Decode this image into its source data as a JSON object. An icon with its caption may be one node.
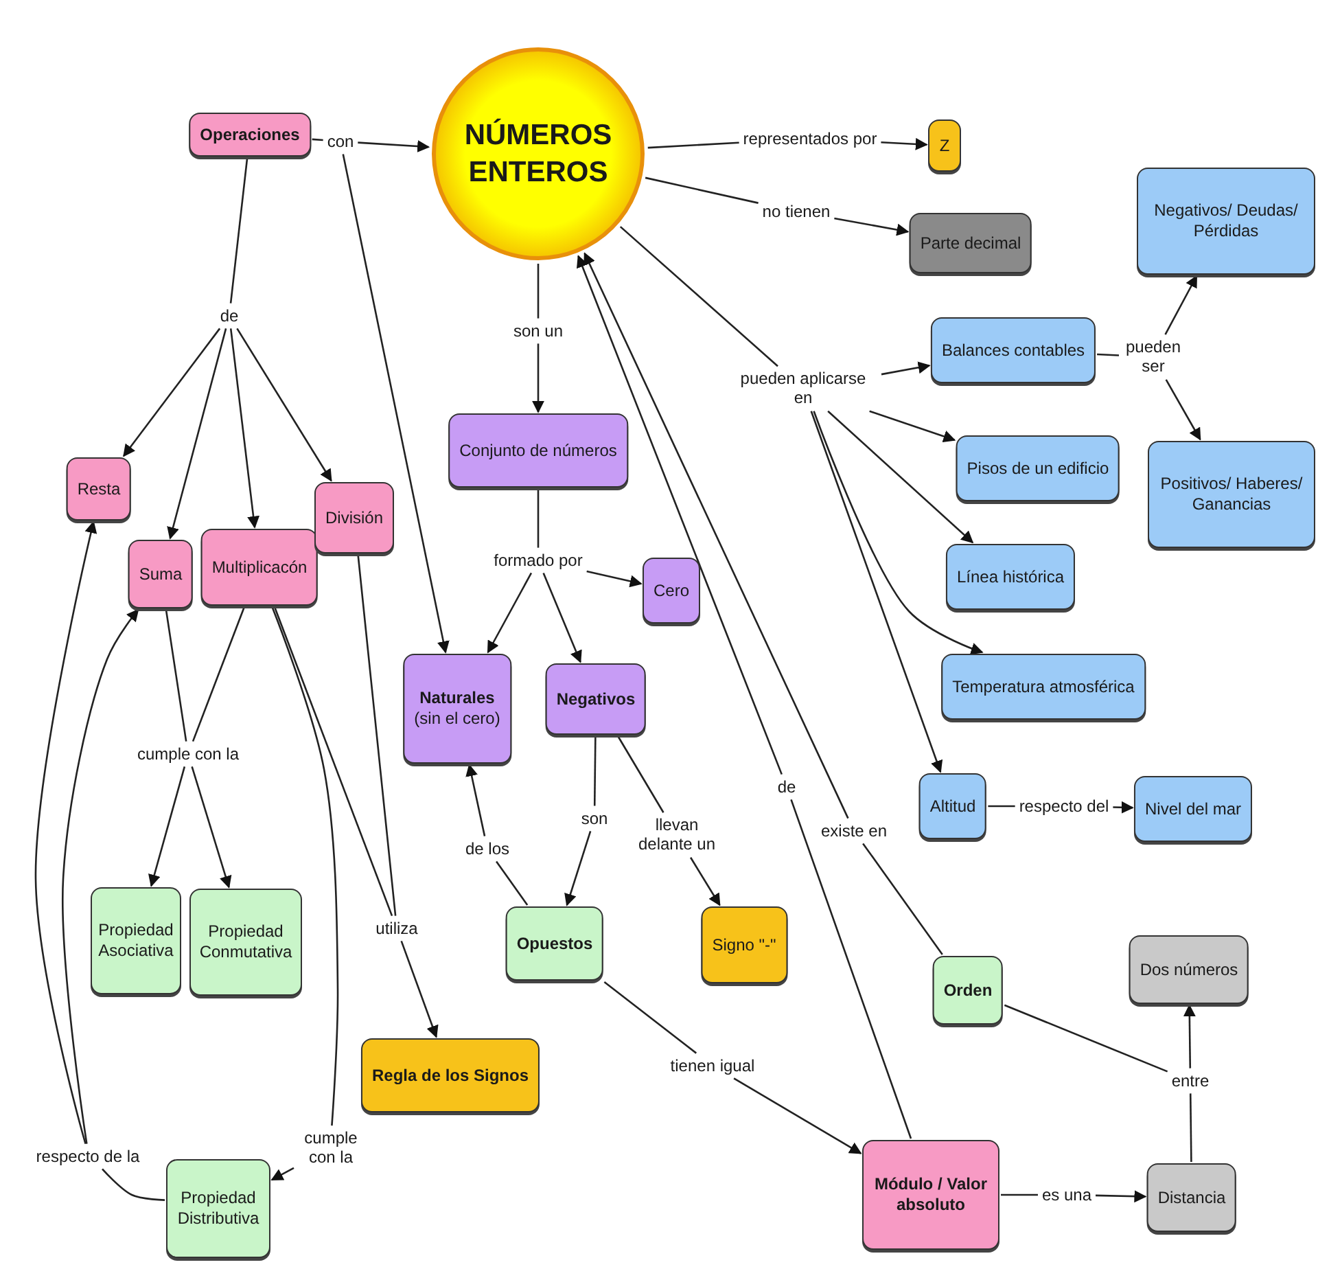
{
  "diagram": {
    "nodes": [
      {
        "text": [
          "NÚMEROS ENTEROS"
        ]
      },
      {
        "text": [
          "Operaciones"
        ]
      },
      {
        "text": [
          "Z"
        ]
      },
      {
        "text": [
          "Parte decimal"
        ]
      },
      {
        "text": [
          "Negativos/ Deudas/ Pérdidas"
        ]
      },
      {
        "text": [
          "Balances contables"
        ]
      },
      {
        "text": [
          "Positivos/ Haberes/ Ganancias"
        ]
      },
      {
        "text": [
          "Pisos de un edificio"
        ]
      },
      {
        "text": [
          "Línea histórica"
        ]
      },
      {
        "text": [
          "Temperatura atmosférica"
        ]
      },
      {
        "text": [
          "Altitud"
        ]
      },
      {
        "text": [
          "Nivel del mar"
        ]
      },
      {
        "text": [
          "Conjunto de números"
        ]
      },
      {
        "text": [
          "Cero"
        ]
      },
      {
        "text": [
          "Naturales",
          "(sin el cero)"
        ]
      },
      {
        "text": [
          "Negativos"
        ]
      },
      {
        "text": [
          "Resta"
        ]
      },
      {
        "text": [
          "Suma"
        ]
      },
      {
        "text": [
          "Multiplicacón"
        ]
      },
      {
        "text": [
          "División"
        ]
      },
      {
        "text": [
          "Propiedad Asociativa"
        ]
      },
      {
        "text": [
          "Propiedad Conmutativa"
        ]
      },
      {
        "text": [
          "Regla de los Signos"
        ]
      },
      {
        "text": [
          "Opuestos"
        ]
      },
      {
        "text": [
          "Signo \"-\""
        ]
      },
      {
        "text": [
          "Orden"
        ]
      },
      {
        "text": [
          "Dos números"
        ]
      },
      {
        "text": [
          "Propiedad Distributiva"
        ]
      },
      {
        "text": [
          "Módulo / Valor absoluto"
        ]
      },
      {
        "text": [
          "Distancia"
        ]
      },
      {
        "text": [
          "con"
        ]
      },
      {
        "text": [
          "representados por"
        ]
      },
      {
        "text": [
          "no tienen"
        ]
      },
      {
        "text": [
          "de"
        ]
      },
      {
        "text": [
          "pueden aplicarse en"
        ]
      },
      {
        "text": [
          "pueden ser"
        ]
      },
      {
        "text": [
          "son un"
        ]
      },
      {
        "text": [
          "formado por"
        ]
      },
      {
        "text": [
          "respecto del"
        ]
      },
      {
        "text": [
          "cumple con la"
        ]
      },
      {
        "text": [
          "utiliza"
        ]
      },
      {
        "text": [
          "de los"
        ]
      },
      {
        "text": [
          "son"
        ]
      },
      {
        "text": [
          "llevan delante un"
        ]
      },
      {
        "text": [
          "de"
        ]
      },
      {
        "text": [
          "existe en"
        ]
      },
      {
        "text": [
          "tienen igual"
        ]
      },
      {
        "text": [
          "entre"
        ]
      },
      {
        "text": [
          "es una"
        ]
      },
      {
        "text": [
          "cumple con la"
        ]
      },
      {
        "text": [
          "respecto de la"
        ]
      }
    ],
    "edges": [
      {
        "from": 1,
        "to": 30,
        "arrow": "none"
      },
      {
        "from": 30,
        "to": 0,
        "arrow": "to"
      },
      {
        "from": 30,
        "to": 14,
        "arrow": "to"
      },
      {
        "from": 0,
        "to": 31,
        "arrow": "none"
      },
      {
        "from": 31,
        "to": 2,
        "arrow": "to"
      },
      {
        "from": 0,
        "to": 32,
        "arrow": "none"
      },
      {
        "from": 32,
        "to": 3,
        "arrow": "to"
      },
      {
        "from": 0,
        "to": 34,
        "arrow": "none"
      },
      {
        "from": 34,
        "to": 5,
        "arrow": "to"
      },
      {
        "from": 34,
        "to": 7,
        "arrow": "to"
      },
      {
        "from": 34,
        "to": 8,
        "arrow": "to"
      },
      {
        "from": 34,
        "to": 9,
        "arrow": "to"
      },
      {
        "from": 34,
        "to": 10,
        "arrow": "to"
      },
      {
        "from": 5,
        "to": 35,
        "arrow": "none"
      },
      {
        "from": 35,
        "to": 4,
        "arrow": "to"
      },
      {
        "from": 35,
        "to": 6,
        "arrow": "to"
      },
      {
        "from": 0,
        "to": 36,
        "arrow": "none"
      },
      {
        "from": 36,
        "to": 12,
        "arrow": "to"
      },
      {
        "from": 12,
        "to": 37,
        "arrow": "none"
      },
      {
        "from": 37,
        "to": 14,
        "arrow": "to"
      },
      {
        "from": 37,
        "to": 15,
        "arrow": "to"
      },
      {
        "from": 37,
        "to": 13,
        "arrow": "to"
      },
      {
        "from": 10,
        "to": 38,
        "arrow": "none"
      },
      {
        "from": 38,
        "to": 11,
        "arrow": "to"
      },
      {
        "from": 1,
        "to": 33,
        "arrow": "none"
      },
      {
        "from": 33,
        "to": 16,
        "arrow": "to"
      },
      {
        "from": 33,
        "to": 17,
        "arrow": "to"
      },
      {
        "from": 33,
        "to": 18,
        "arrow": "to"
      },
      {
        "from": 33,
        "to": 19,
        "arrow": "to"
      },
      {
        "from": 17,
        "to": 39,
        "arrow": "none"
      },
      {
        "from": 18,
        "to": 39,
        "arrow": "none"
      },
      {
        "from": 39,
        "to": 20,
        "arrow": "to"
      },
      {
        "from": 39,
        "to": 21,
        "arrow": "to"
      },
      {
        "from": 18,
        "to": 40,
        "arrow": "none"
      },
      {
        "from": 19,
        "to": 40,
        "arrow": "none"
      },
      {
        "from": 40,
        "to": 22,
        "arrow": "to"
      },
      {
        "from": 18,
        "to": 49,
        "arrow": "none"
      },
      {
        "from": 49,
        "to": 27,
        "arrow": "to"
      },
      {
        "from": 27,
        "to": 50,
        "arrow": "none"
      },
      {
        "from": 50,
        "to": 16,
        "arrow": "to"
      },
      {
        "from": 50,
        "to": 17,
        "arrow": "to"
      },
      {
        "from": 23,
        "to": 41,
        "arrow": "none"
      },
      {
        "from": 41,
        "to": 14,
        "arrow": "to"
      },
      {
        "from": 15,
        "to": 42,
        "arrow": "none"
      },
      {
        "from": 42,
        "to": 23,
        "arrow": "to"
      },
      {
        "from": 15,
        "to": 43,
        "arrow": "none"
      },
      {
        "from": 43,
        "to": 24,
        "arrow": "to"
      },
      {
        "from": 28,
        "to": 44,
        "arrow": "none"
      },
      {
        "from": 44,
        "to": 0,
        "arrow": "to"
      },
      {
        "from": 25,
        "to": 45,
        "arrow": "none"
      },
      {
        "from": 45,
        "to": 0,
        "arrow": "to"
      },
      {
        "from": 23,
        "to": 46,
        "arrow": "none"
      },
      {
        "from": 46,
        "to": 28,
        "arrow": "to"
      },
      {
        "from": 25,
        "to": 47,
        "arrow": "none"
      },
      {
        "from": 29,
        "to": 47,
        "arrow": "none"
      },
      {
        "from": 47,
        "to": 26,
        "arrow": "to"
      },
      {
        "from": 28,
        "to": 48,
        "arrow": "none"
      },
      {
        "from": 48,
        "to": 29,
        "arrow": "to"
      }
    ]
  }
}
